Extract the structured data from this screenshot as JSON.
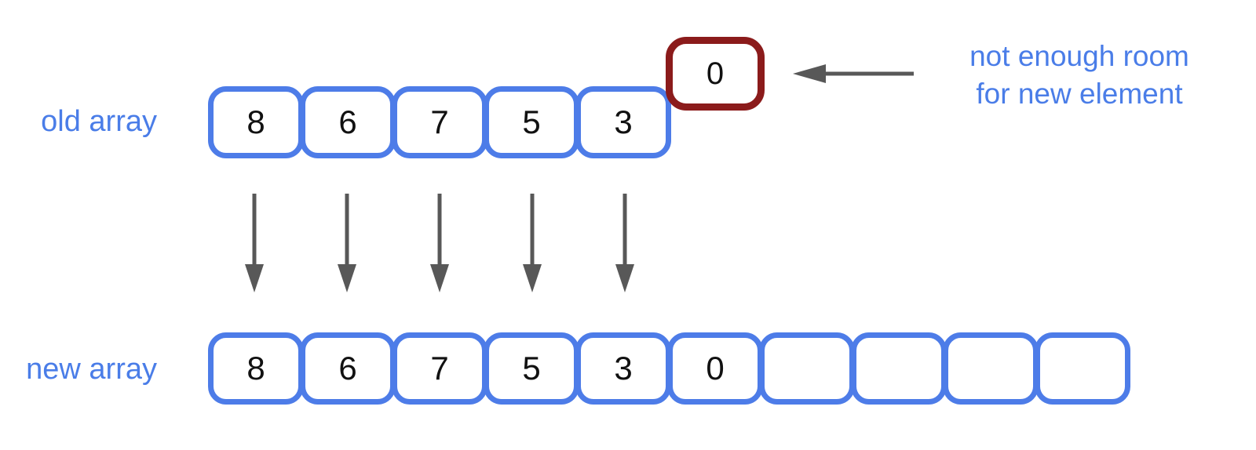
{
  "labels": {
    "old_array": "old array",
    "new_array": "new array"
  },
  "old_array": {
    "cells": [
      "8",
      "6",
      "7",
      "5",
      "3"
    ]
  },
  "overflow_cell": {
    "value": "0"
  },
  "new_array": {
    "cells": [
      "8",
      "6",
      "7",
      "5",
      "3",
      "0",
      "",
      "",
      "",
      ""
    ]
  },
  "annotation": {
    "line1": "not enough room",
    "line2": "for new element"
  },
  "colors": {
    "cell_border": "#4d7ce8",
    "overflow_border": "#8b1b1b",
    "arrow": "#585858",
    "label_text": "#4a7de8",
    "digit": "#111111"
  }
}
